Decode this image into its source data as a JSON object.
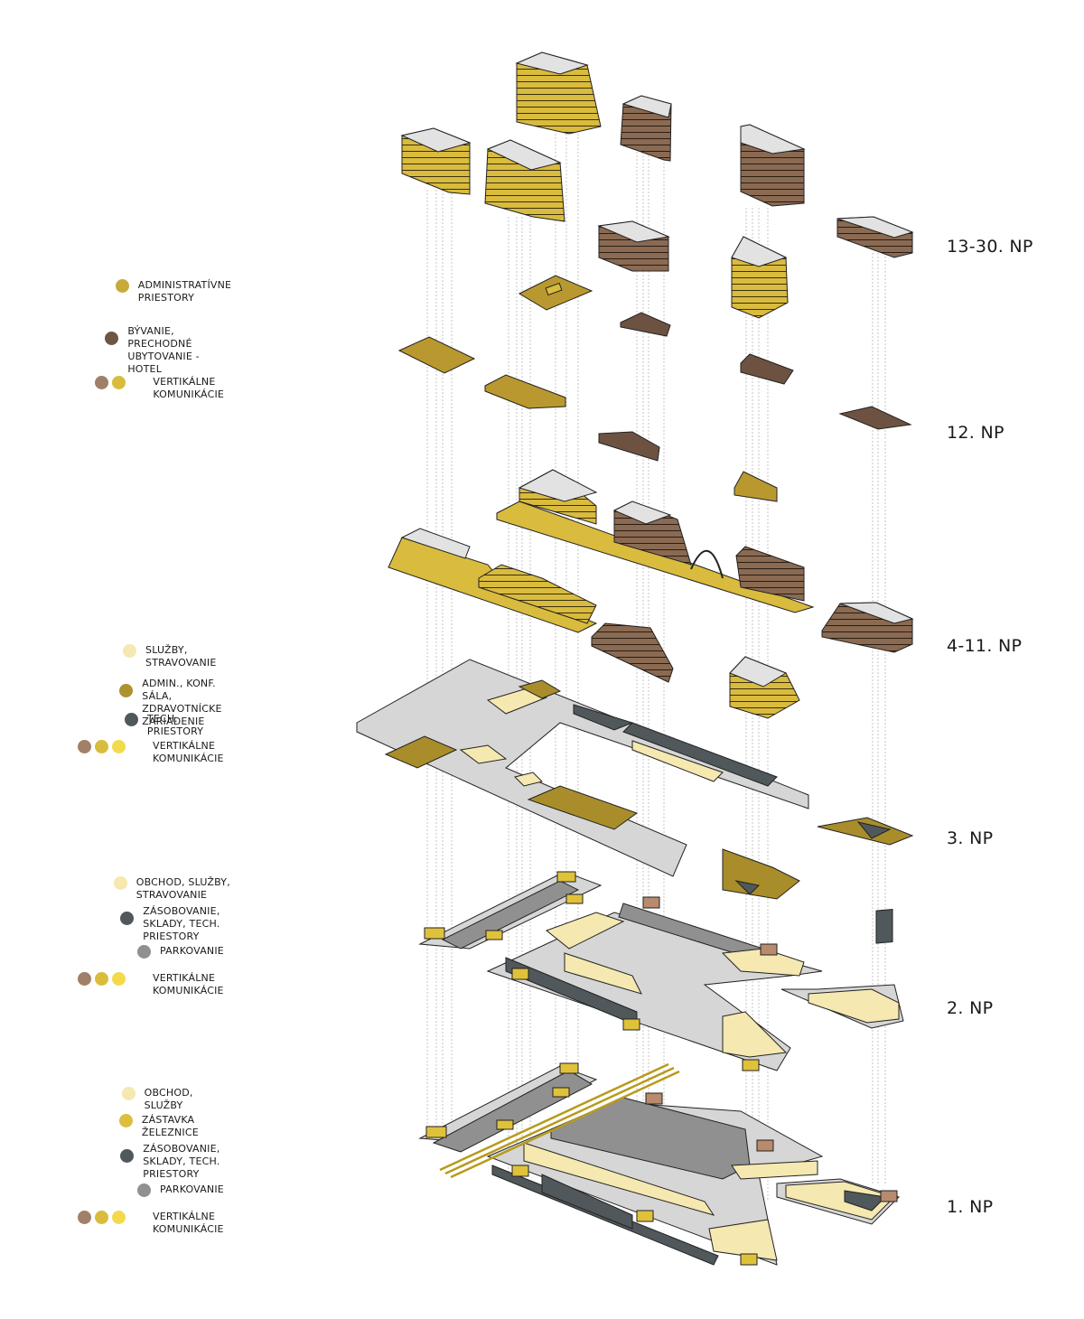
{
  "colors": {
    "admin": "#d4b43a",
    "admin_dark": "#a88d2a",
    "housing": "#7a5a45",
    "vk_brown": "#a08068",
    "vk_gold": "#d9bc3b",
    "vk_yellow": "#f2da4c",
    "services": "#f5e8b0",
    "tech": "#50585b",
    "parking": "#909090",
    "slab": "#d6d6d6",
    "roof": "#e2e2e2",
    "outline": "#222222"
  },
  "floors": [
    {
      "id": "13-30",
      "label": "13-30. NP"
    },
    {
      "id": "12",
      "label": "12. NP"
    },
    {
      "id": "4-11",
      "label": "4-11. NP"
    },
    {
      "id": "3",
      "label": "3. NP"
    },
    {
      "id": "2",
      "label": "2. NP"
    },
    {
      "id": "1",
      "label": "1. NP"
    }
  ],
  "legends": [
    {
      "group": "upper",
      "items": [
        {
          "label": "ADMINISTRATÍVNE PRIESTORY",
          "dots": [
            "#c8aa3a"
          ]
        },
        {
          "label": "BÝVANIE,\nPRECHODNÉ UBYTOVANIE -HOTEL",
          "dots": [
            "#6e5645"
          ]
        },
        {
          "label": "VERTIKÁLNE KOMUNIKÁCIE",
          "dots": [
            "#a08068",
            "#d9bc3b"
          ]
        }
      ]
    },
    {
      "group": "np3",
      "items": [
        {
          "label": "SLUŽBY, STRAVOVANIE",
          "dots": [
            "#f5e8b0"
          ]
        },
        {
          "label": "ADMIN., KONF. SÁLA,\nZDRAVOTNÍCKE ZARIADENIE",
          "dots": [
            "#ad9230"
          ]
        },
        {
          "label": "TECH. PRIESTORY",
          "dots": [
            "#50585b"
          ]
        },
        {
          "label": "VERTIKÁLNE KOMUNIKÁCIE",
          "dots": [
            "#a08068",
            "#d9bc3b",
            "#f2da4c"
          ]
        }
      ]
    },
    {
      "group": "np2",
      "items": [
        {
          "label": "OBCHOD, SLUŽBY, STRAVOVANIE",
          "dots": [
            "#f5e8b0"
          ]
        },
        {
          "label": "ZÁSOBOVANIE,\nSKLADY, TECH. PRIESTORY",
          "dots": [
            "#50585b"
          ]
        },
        {
          "label": "PARKOVANIE",
          "dots": [
            "#909090"
          ]
        },
        {
          "label": "VERTIKÁLNE KOMUNIKÁCIE",
          "dots": [
            "#a08068",
            "#d9bc3b",
            "#f2da4c"
          ]
        }
      ]
    },
    {
      "group": "np1",
      "items": [
        {
          "label": "OBCHOD, SLUŽBY",
          "dots": [
            "#f5e8b0"
          ]
        },
        {
          "label": "ZÁSTAVKA ŽELEZNICE",
          "dots": [
            "#dcbf3e"
          ]
        },
        {
          "label": "ZÁSOBOVANIE,\nSKLADY, TECH. PRIESTORY",
          "dots": [
            "#50585b"
          ]
        },
        {
          "label": "PARKOVANIE",
          "dots": [
            "#909090"
          ]
        },
        {
          "label": "VERTIKÁLNE KOMUNIKÁCIE",
          "dots": [
            "#a08068",
            "#d9bc3b",
            "#f2da4c"
          ]
        }
      ]
    }
  ]
}
